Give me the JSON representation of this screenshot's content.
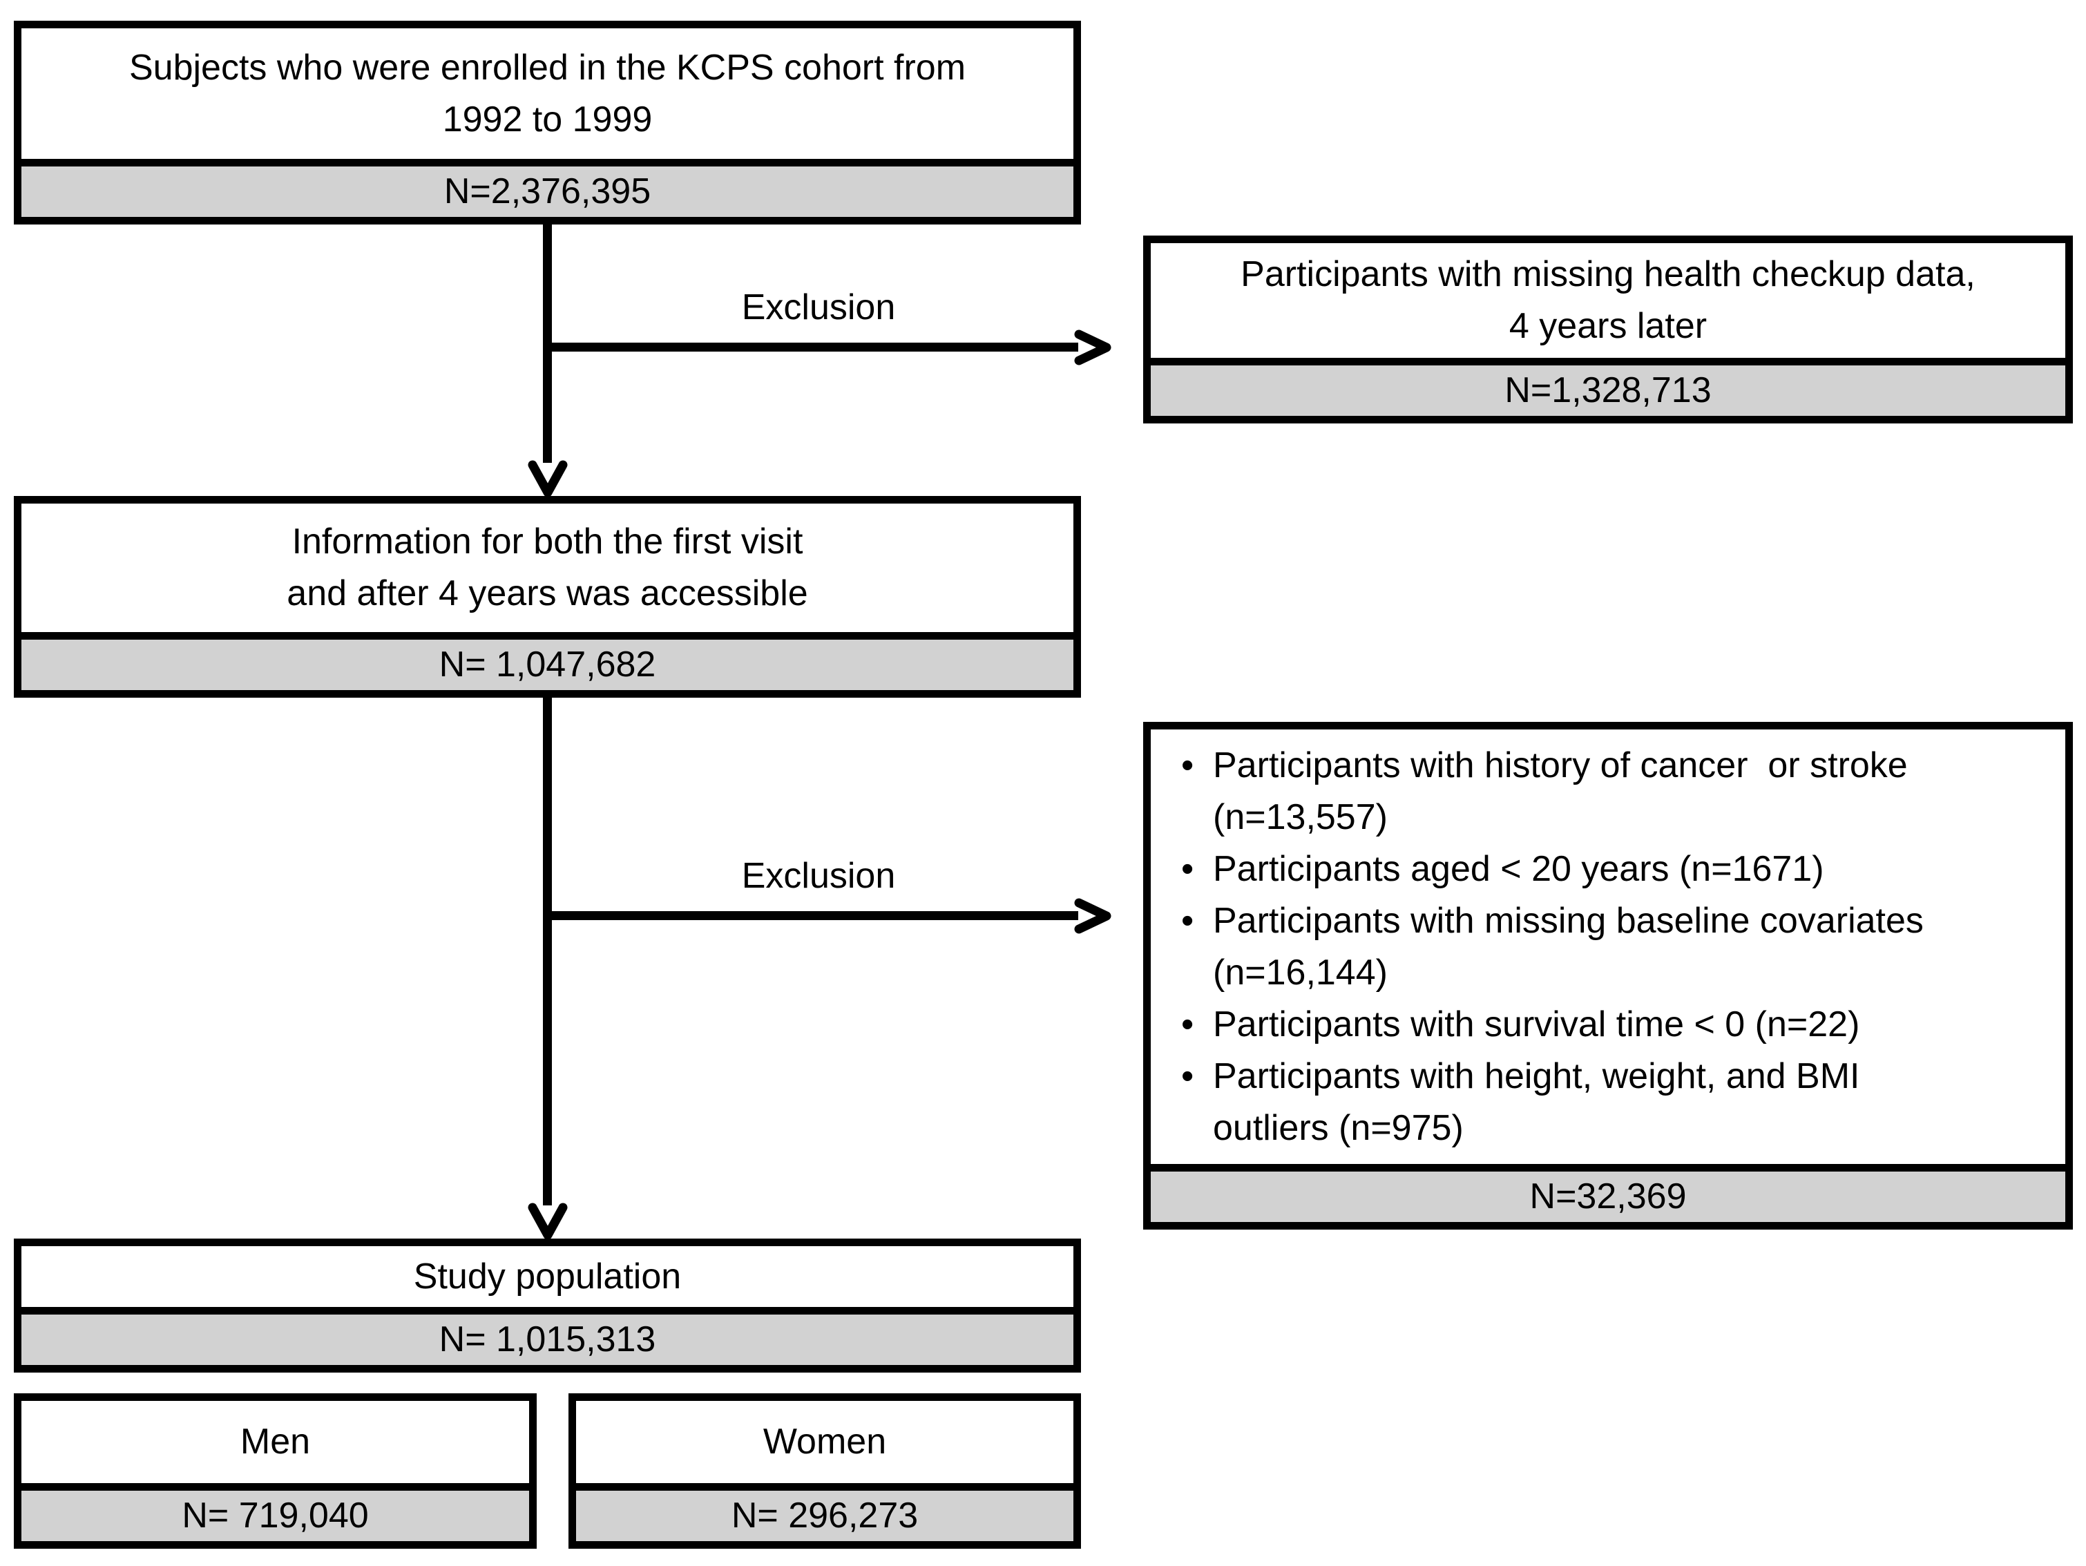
{
  "flowchart": {
    "colors": {
      "band_fill": "#d2d2d2",
      "line": "#000000",
      "background": "#ffffff"
    },
    "boxes": {
      "cohort": {
        "title": "Subjects who were enrolled in the KCPS cohort from\n1992 to 1999",
        "n": "N=2,376,395"
      },
      "excluded_missing_checkup": {
        "title": "Participants with missing health checkup data,\n4 years later",
        "n": "N=1,328,713"
      },
      "accessible_info": {
        "title": "Information for both the first visit\nand after 4 years was accessible",
        "n": "N= 1,047,682"
      },
      "excluded_criteria": {
        "items": [
          "Participants with history of cancer  or stroke\n(n=13,557)",
          "Participants aged < 20 years (n=1671)",
          "Participants with missing baseline covariates\n(n=16,144)",
          "Participants with survival time < 0 (n=22)",
          "Participants with height, weight, and BMI\noutliers (n=975)"
        ],
        "n": "N=32,369"
      },
      "study_population": {
        "title": "Study population",
        "n": "N= 1,015,313"
      },
      "men": {
        "title": "Men",
        "n": "N= 719,040"
      },
      "women": {
        "title": "Women",
        "n": "N= 296,273"
      }
    },
    "labels": {
      "exclusion_1": "Exclusion",
      "exclusion_2": "Exclusion"
    }
  }
}
